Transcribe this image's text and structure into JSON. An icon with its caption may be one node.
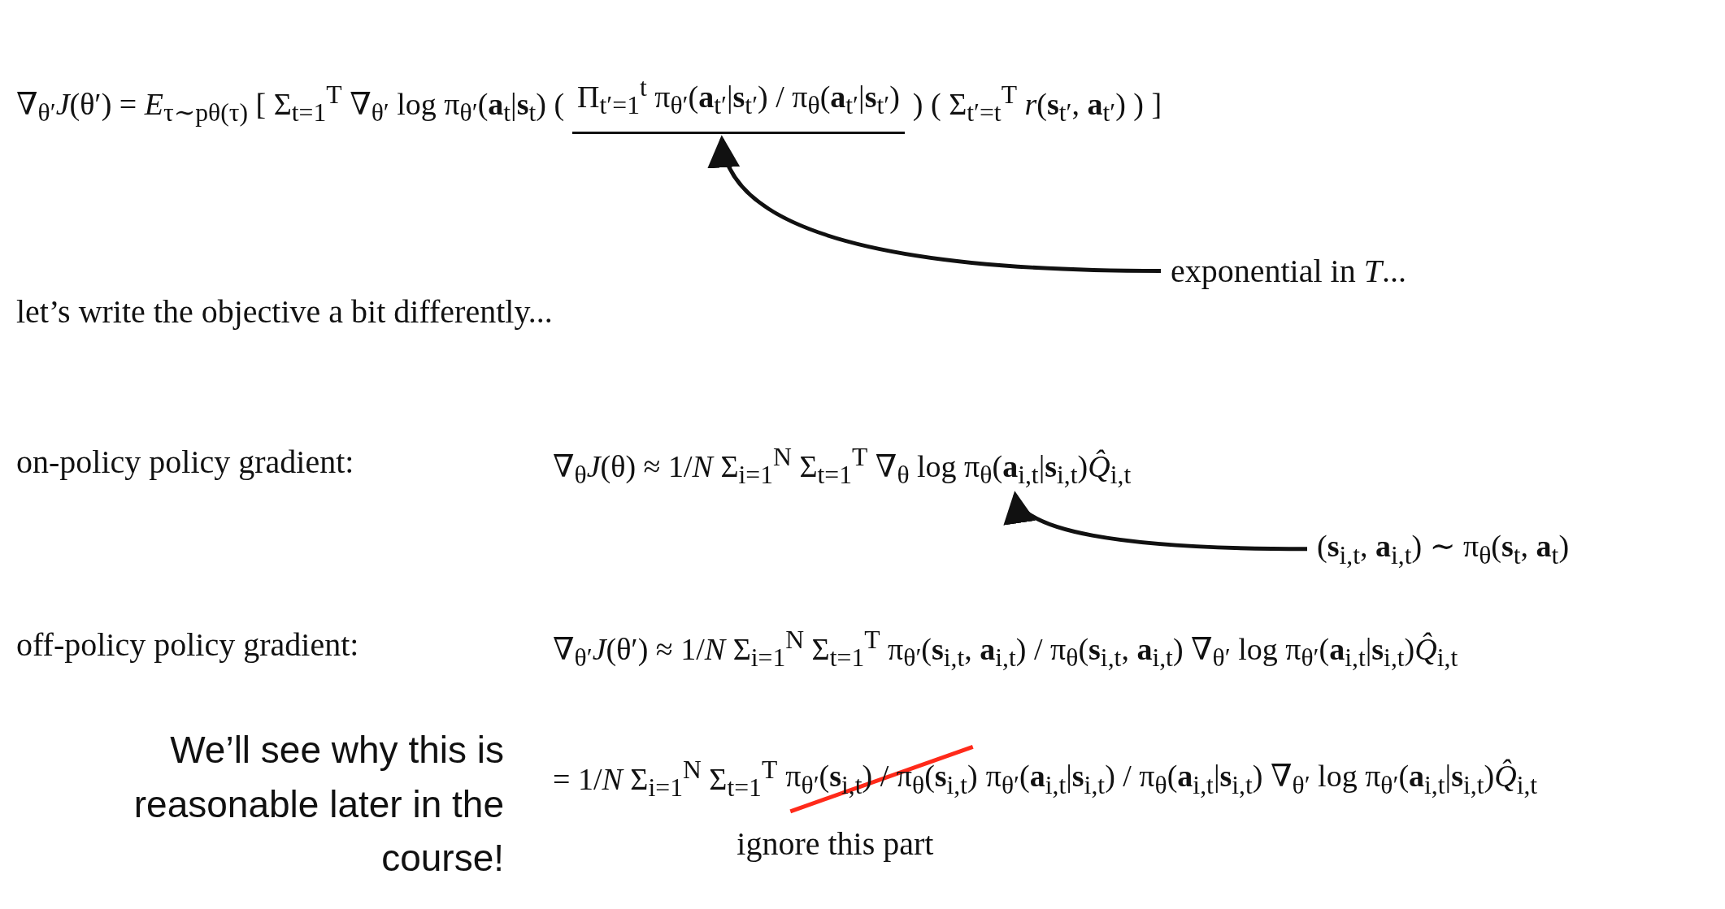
{
  "diagram": {
    "nodes": [
      {
        "text": [
          "Π$_{t′=1}$$^{t}$ π$_{θ′}$(**a**$_{t′}$|**s**$_{t′}$) / π$_{θ}$(**a**$_{t′}$|**s**$_{t′}$)"
        ]
      },
      {
        "text": [
          "exponential in *T*..."
        ]
      },
      {
        "text": [
          "∇$_{θ}$*J*(θ) ≈ 1/*N* Σ$_{i=1}$$^{N}$ Σ$_{t=1}$$^{T}$ ∇$_{θ}$ log π$_{θ}$(**a**$_{i,t}$|**s**$_{i,t}$)*Q̂*$_{i,t}$"
        ]
      },
      {
        "text": [
          "(**s**$_{i,t}$, **a**$_{i,t}$) ∼ π$_{θ}$(**s**$_{t}$, **a**$_{t}$)"
        ]
      }
    ],
    "edges": [
      {
        "from": 1,
        "to": 0,
        "arrow": "to"
      },
      {
        "from": 3,
        "to": 2,
        "arrow": "to"
      }
    ],
    "labels": [
      "∇$_{θ′}$*J*(θ′) = *E*$_{τ∼pθ(τ)}$ [ Σ$_{t=1}$$^{T}$ ∇$_{θ′}$ log π$_{θ′}$(**a**$_{t}$|**s**$_{t}$) (",
      ") ( Σ$_{t′=t}$$^{T}$ *r*(**s**$_{t′}$, **a**$_{t′}$) ) ]",
      "let’s write the objective a bit differently...",
      "on-policy policy gradient:",
      "off-policy policy gradient:",
      "∇$_{θ′}$*J*(θ′) ≈ 1/*N* Σ$_{i=1}$$^{N}$ Σ$_{t=1}$$^{T}$ π$_{θ′}$(**s**$_{i,t}$, **a**$_{i,t}$) / π$_{θ}$(**s**$_{i,t}$, **a**$_{i,t}$) ∇$_{θ′}$ log π$_{θ′}$(**a**$_{i,t}$|**s**$_{i,t}$)*Q̂*$_{i,t}$",
      "We’ll see why this is reasonable later in the course!",
      "= 1/*N* Σ$_{i=1}$$^{N}$ Σ$_{t=1}$$^{T}$",
      "π$_{θ′}$(**s**$_{i,t}$) / π$_{θ}$(**s**$_{i,t}$)",
      "π$_{θ′}$(**a**$_{i,t}$|**s**$_{i,t}$) / π$_{θ}$(**a**$_{i,t}$|**s**$_{i,t}$) ∇$_{θ′}$ log π$_{θ′}$(**a**$_{i,t}$|**s**$_{i,t}$)*Q̂*$_{i,t}$",
      "ignore this part"
    ]
  }
}
